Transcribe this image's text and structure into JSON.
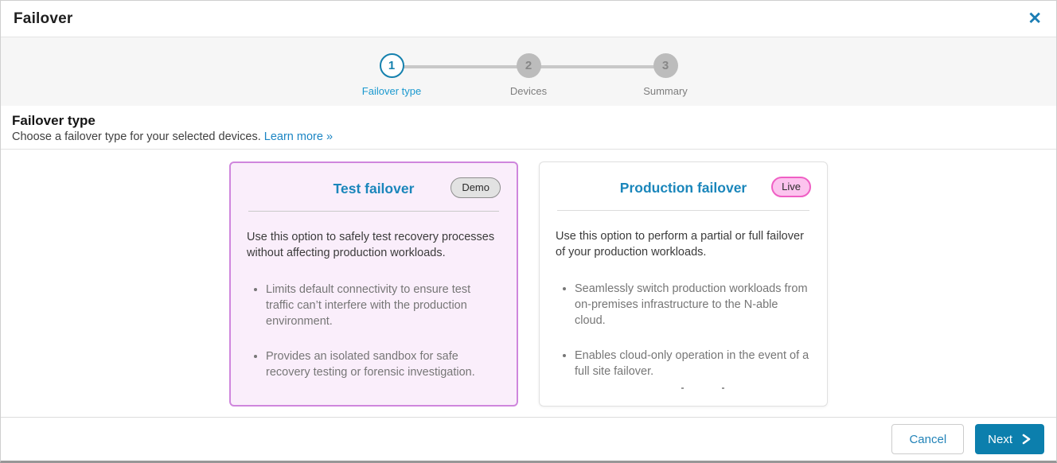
{
  "header": {
    "title": "Failover",
    "close_glyph": "✕"
  },
  "stepper": {
    "steps": [
      {
        "number": "1",
        "label": "Failover type",
        "state": "active"
      },
      {
        "number": "2",
        "label": "Devices",
        "state": "upcoming"
      },
      {
        "number": "3",
        "label": "Summary",
        "state": "upcoming"
      }
    ]
  },
  "section": {
    "title": "Failover type",
    "subtitle": "Choose a failover type for your selected devices.",
    "link_label": "Learn more »"
  },
  "cards": [
    {
      "title": "Test failover",
      "badge": "Demo",
      "selected": true,
      "intro": "Use this option to safely test recovery processes without affecting production workloads.",
      "bullets": [
        "Limits default connectivity to ensure test traffic can’t interfere with the production environment.",
        "Provides an isolated sandbox for safe recovery testing or forensic investigation."
      ]
    },
    {
      "title": "Production failover",
      "badge": "Live",
      "selected": false,
      "intro": "Use this option to perform a partial or full failover of your production workloads.",
      "bullets": [
        "Seamlessly switch production workloads from on-premises infrastructure to the N-able cloud.",
        "Enables cloud-only operation in the event of a full site failover."
      ]
    }
  ],
  "footer": {
    "cancel_label": "Cancel",
    "next_label": "Next"
  },
  "colors": {
    "accent": "#0c7fad",
    "link": "#1b85c4",
    "active_step": "#1581ae",
    "selected_card_border": "#cf86dd",
    "selected_card_bg": "#faeefb",
    "demo_badge_bg": "#e2e2e2",
    "live_badge_bg": "#fcc3ee",
    "live_badge_border": "#ef5fc4"
  }
}
